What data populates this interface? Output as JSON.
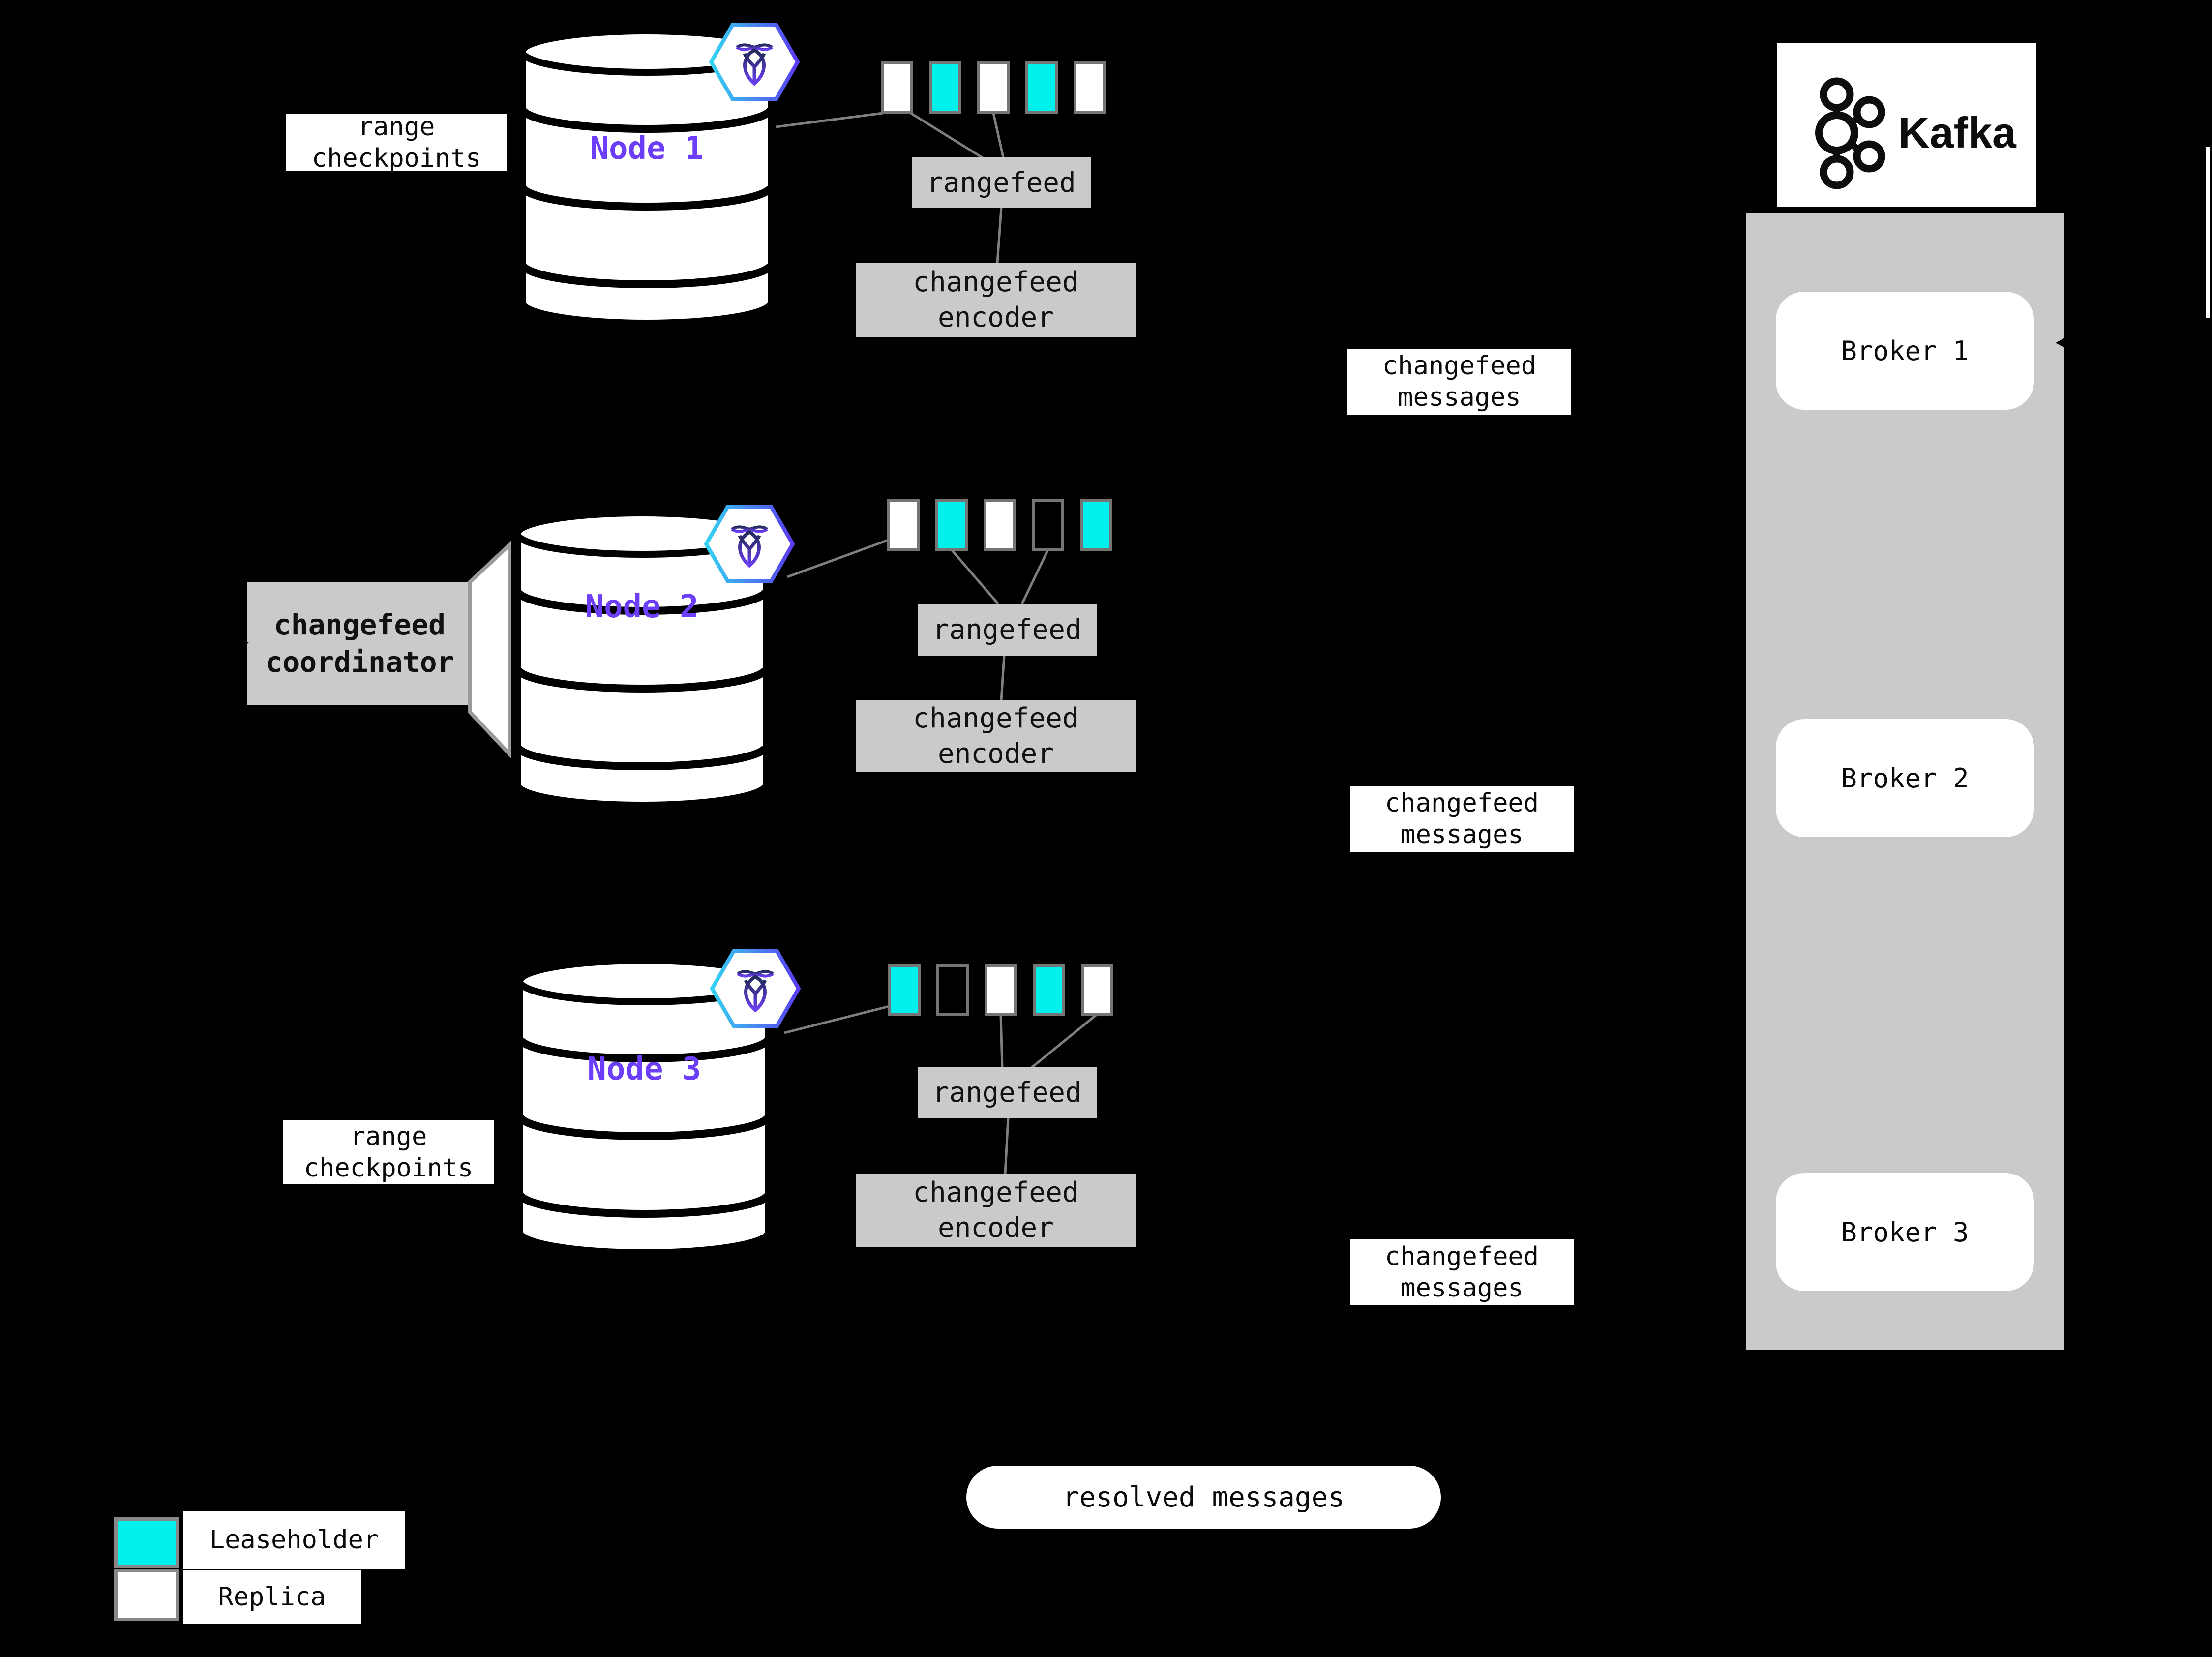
{
  "legend": {
    "leaseholder_label": "Leaseholder",
    "replica_label": "Replica"
  },
  "kafka": {
    "wordmark": "Kafka",
    "brokers": [
      {
        "label": "Broker 1"
      },
      {
        "label": "Broker 2"
      },
      {
        "label": "Broker 3"
      }
    ]
  },
  "shared_labels": {
    "rangefeed": "rangefeed",
    "encoder": [
      "changefeed",
      "encoder"
    ],
    "messages": [
      "changefeed",
      "messages"
    ],
    "range_checkpoints": [
      "range",
      "checkpoints"
    ],
    "coordinator": [
      "changefeed",
      "coordinator"
    ],
    "resolved_messages": "resolved messages"
  },
  "nodes": [
    {
      "name": "Node 1",
      "ranges": [
        "replica",
        "leaseholder",
        "replica",
        "leaseholder",
        "replica"
      ]
    },
    {
      "name": "Node 2",
      "ranges": [
        "replica",
        "leaseholder",
        "replica",
        "empty",
        "leaseholder"
      ]
    },
    {
      "name": "Node 3",
      "ranges": [
        "leaseholder",
        "empty",
        "replica",
        "leaseholder",
        "replica"
      ]
    }
  ],
  "icons": {
    "cockroachdb": "cockroachdb-hexagon-icon",
    "kafka": "kafka-logo-icon"
  },
  "colors": {
    "background": "#000000",
    "leaseholder_cyan": "#00F0EB",
    "replica_white": "#FFFFFF",
    "label_box_gray": "#CACACA",
    "kafka_panel_gray": "#CACACA",
    "connector_gray": "#7F7F7F",
    "node_name_purple": "#6C3EF8",
    "hexagon_gradient_start": "#35D3F2",
    "hexagon_gradient_end": "#5A3BF0"
  }
}
